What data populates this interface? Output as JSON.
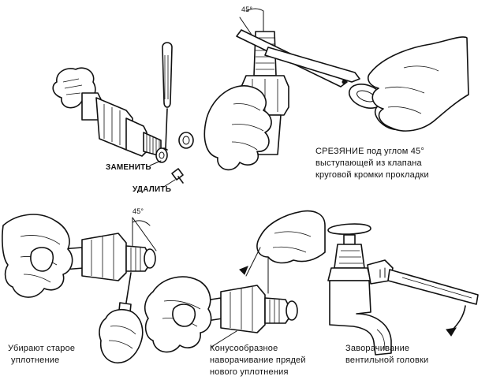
{
  "labels": {
    "replace": "ЗАМЕНИТЬ",
    "remove": "УДАЛИТЬ",
    "angle_top": "45°",
    "angle_left": "45°",
    "cut_line1": "СРЕЗЯНИЕ под углом 45°",
    "cut_line2": "выступающей из клапана",
    "cut_line3": "круговой кромки прокладки",
    "old_seal_line1": "Убирают старое",
    "old_seal_line2": "уплотнение",
    "cone_line1": "Конусообразное",
    "cone_line2": "наворачивание прядей",
    "cone_line3": "нового уплотнения",
    "screw_line1": "Заворачивание",
    "screw_line2": "вентильной головки"
  }
}
